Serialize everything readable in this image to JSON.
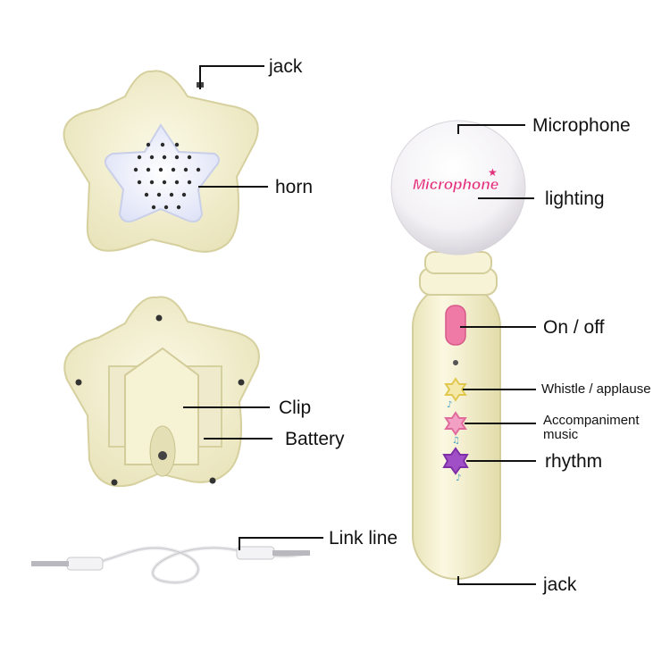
{
  "labels": {
    "speaker_jack": "jack",
    "horn": "horn",
    "clip": "Clip",
    "battery": "Battery",
    "link_line": "Link line",
    "microphone": "Microphone",
    "lighting": "lighting",
    "on_off": "On / off",
    "whistle": "Whistle / applause",
    "accompaniment_line1": "Accompaniment",
    "accompaniment_line2": "music",
    "rhythm": "rhythm",
    "mic_jack": "jack"
  },
  "mic_logo_text": "Microphone",
  "colors": {
    "toy_body": "#f4f0cd",
    "toy_shadow": "#d9d3a6",
    "speaker_panel": "#eef0fb",
    "logo_pink": "#e2307d",
    "switch_pink": "#f07aa6",
    "button_yellow": "#f4e9a8",
    "button_pink": "#f2a0c4",
    "button_purple": "#a14fc6",
    "leader_line": "#111111"
  }
}
